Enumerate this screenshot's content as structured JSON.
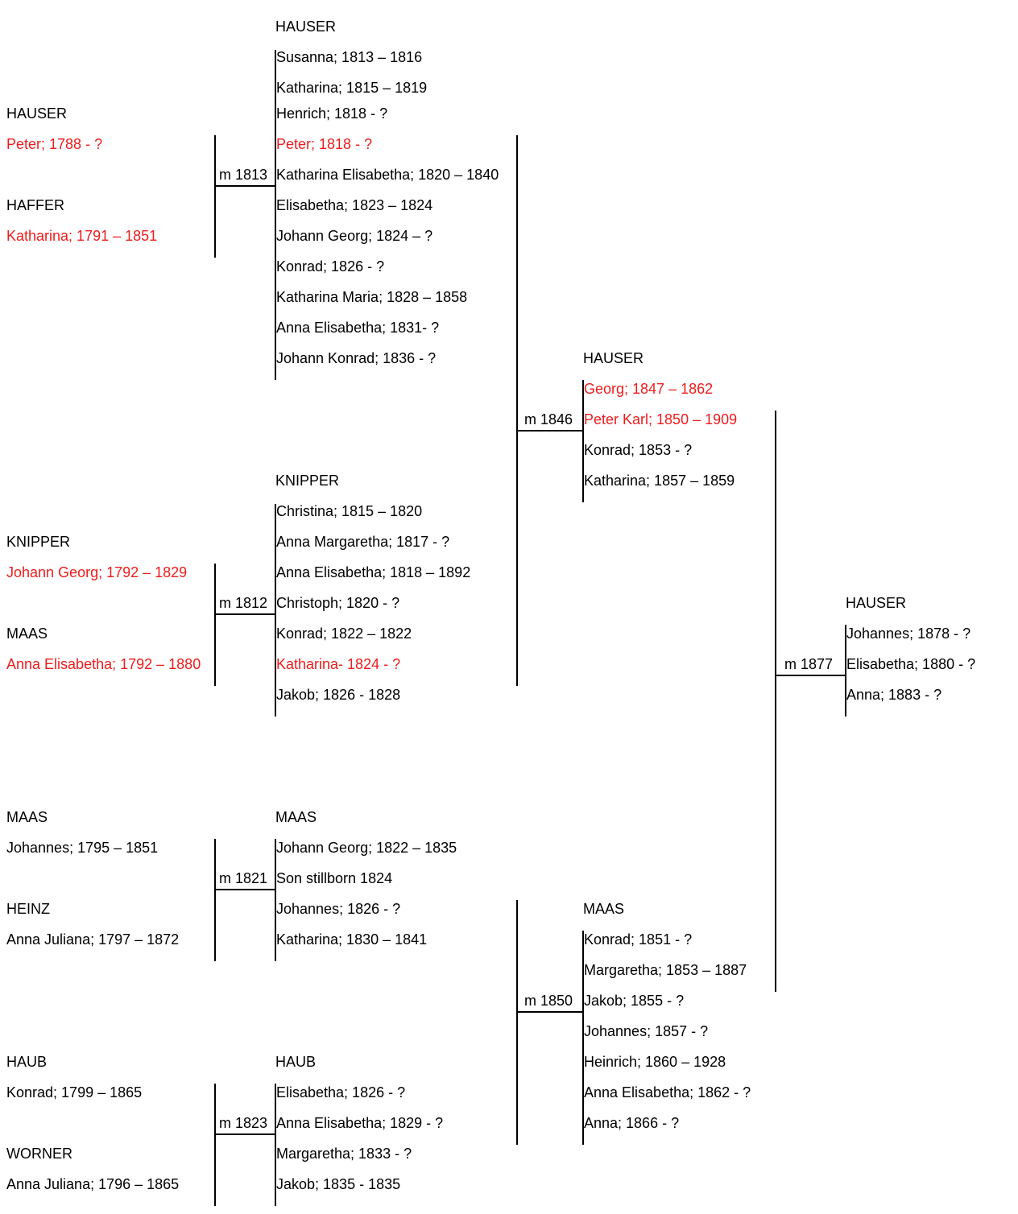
{
  "families": {
    "hauser_1813": {
      "husband_surname": "HAUSER",
      "husband": "Peter; 1788 - ?",
      "wife_surname": "HAFFER",
      "wife": "Katharina; 1791 – 1851",
      "marriage": "m 1813",
      "children_surname": "HAUSER",
      "children": [
        "Susanna; 1813 – 1816",
        "Katharina; 1815 – 1819",
        "Henrich; 1818 - ?",
        "Peter; 1818 - ?",
        "Katharina Elisabetha; 1820 – 1840",
        "Elisabetha; 1823 – 1824",
        "Johann Georg; 1824 – ?",
        "Konrad; 1826 - ?",
        "Katharina Maria; 1828 – 1858",
        "Anna Elisabetha; 1831- ?",
        "Johann Konrad; 1836 - ?"
      ]
    },
    "knipper_1812": {
      "husband_surname": "KNIPPER",
      "husband": "Johann Georg; 1792 – 1829",
      "wife_surname": "MAAS",
      "wife": "Anna Elisabetha; 1792 – 1880",
      "marriage": "m 1812",
      "children_surname": "KNIPPER",
      "children": [
        "Christina; 1815 – 1820",
        "Anna Margaretha; 1817 - ?",
        "Anna Elisabetha; 1818 – 1892",
        "Christoph; 1820 - ?",
        "Konrad; 1822 – 1822",
        "Katharina- 1824 - ?",
        "Jakob; 1826 - 1828"
      ]
    },
    "hauser_1846": {
      "marriage": "m 1846",
      "children_surname": "HAUSER",
      "children": [
        "Georg; 1847 – 1862",
        "Peter Karl; 1850 – 1909",
        "Konrad; 1853 - ?",
        "Katharina; 1857 – 1859"
      ]
    },
    "hauser_1877": {
      "marriage": "m 1877",
      "children_surname": "HAUSER",
      "children": [
        "Johannes; 1878 - ?",
        "Elisabetha; 1880 - ?",
        "Anna; 1883 - ?"
      ]
    },
    "maas_1821": {
      "husband_surname": "MAAS",
      "husband": "Johannes; 1795 – 1851",
      "wife_surname": "HEINZ",
      "wife": "Anna Juliana; 1797 – 1872",
      "marriage": "m 1821",
      "children_surname": "MAAS",
      "children": [
        "Johann Georg; 1822 – 1835",
        "Son stillborn 1824",
        "Johannes; 1826 - ?",
        "Katharina; 1830 – 1841"
      ]
    },
    "haub_1823": {
      "husband_surname": "HAUB",
      "husband": "Konrad; 1799 – 1865",
      "wife_surname": "WORNER",
      "wife": "Anna Juliana; 1796 – 1865",
      "marriage": "m 1823",
      "children_surname": "HAUB",
      "children": [
        "Elisabetha; 1826 - ?",
        "Anna Elisabetha; 1829 - ?",
        "Margaretha; 1833 - ?",
        "Jakob; 1835 - 1835"
      ]
    },
    "maas_1850": {
      "marriage": "m 1850",
      "children_surname": "MAAS",
      "children": [
        "Konrad; 1851 - ?",
        "Margaretha; 1853 – 1887",
        "Jakob; 1855 - ?",
        "Johannes; 1857 - ?",
        "Heinrich; 1860 – 1928",
        "Anna Elisabetha; 1862 - ?",
        "Anna; 1866 - ?"
      ]
    }
  },
  "colors": {
    "direct_line": "#ee1c1c",
    "text": "#000000",
    "lines": "#000000"
  }
}
